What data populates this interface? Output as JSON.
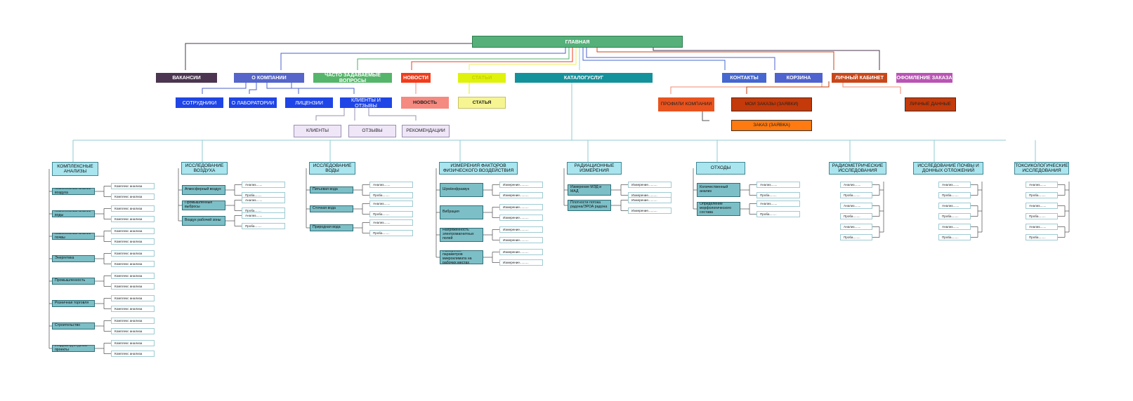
{
  "main": {
    "title": "ГЛАВНАЯ"
  },
  "nav": {
    "vakansii": "ВАКАНСИИ",
    "o_kompanii": "О КОМПАНИИ",
    "faq": "ЧАСТО ЗАДАВАЕМЫЕ ВОПРОСЫ",
    "novosti": "НОВОСТИ",
    "stati": "СТАТЬИ",
    "catalog": "КАТАЛОГУСЛУГ",
    "kontakty": "КОНТАКТЫ",
    "korzina": "КОРЗИНА",
    "lichnyi_kabinet": "ЛИЧНЫЙ КАБИНЕТ",
    "oformlenie": "ОФОМЛЕНИЕ ЗАКАЗА"
  },
  "about": {
    "sotrudniki": "СОТРУДНИКИ",
    "o_laboratorii": "О ЛАБОРАТОРИИ",
    "licenzii": "ЛИЦЕНЗИИ",
    "klienty_otzyvy": "КЛИЕНТЫ И ОТЗЫВЫ",
    "klienty": "КЛИЕНТЫ",
    "otzyvy": "ОТЗЫВЫ",
    "rekomendacii": "РЕКОМЕНДАЦИИ"
  },
  "news": {
    "novost": "НОВОСТЬ"
  },
  "articles": {
    "statya": "СТАТЬЯ"
  },
  "cabinet": {
    "profili": "ПРОФИЛИ КОМПАНИИ",
    "moi_zakazy": "МОИ ЗАКАЗЫ (ЗАЯВКИ)",
    "zakaz": "ЗАКАЗ (ЗАЯВКА)",
    "lichnye": "ЛИЧНЫЕ ДАННЫЕ"
  },
  "colors": {
    "main": "#56b07a",
    "vakansii": "#4b3550",
    "o_kompanii": "#5565c9",
    "faq": "#55b56a",
    "novosti": "#f03d1c",
    "stati": "#dff20a",
    "catalog": "#14929c",
    "kontakty": "#4567cf",
    "korzina": "#4f63cf",
    "lichnyi": "#c8471a",
    "oformlenie": "#b954b4",
    "about_sub": "#1f45e6",
    "novost": "#f58a80",
    "statya": "#f6f592",
    "profili": "#e8531e",
    "moi_zakazy": "#c43a0a",
    "zakaz": "#ff7a10",
    "connector": "#8fcbd3"
  },
  "catalog_columns": [
    {
      "title": "КОМПЛЕКСНЫЕ АНАЛИЗЫ",
      "items": [
        {
          "label": "Комплексный анализ воздуха",
          "leaves": [
            "Комплекс анализа",
            "Комплекс анализа"
          ]
        },
        {
          "label": "Комплексный анализ воды",
          "leaves": [
            "Комплекс анализа",
            "Комплекс анализа"
          ]
        },
        {
          "label": "Комплексный анализ почвы",
          "leaves": [
            "Комплекс анализа",
            "Комплекс анализа"
          ]
        },
        {
          "label": "Энергетика",
          "leaves": [
            "Комплекс анализа",
            "Комплекс анализа"
          ]
        },
        {
          "label": "Промышленность",
          "leaves": [
            "Комплекс анализа",
            "Комплекс анализа"
          ]
        },
        {
          "label": "Розничная торговля",
          "leaves": [
            "Комплекс анализа",
            "Комплекс анализа"
          ]
        },
        {
          "label": "Строительство",
          "leaves": [
            "Комплекс анализа",
            "Комплекс анализа"
          ]
        },
        {
          "label": "Инфраструктурные проекты",
          "leaves": [
            "Комплекс анализа",
            "Комплекс анализа"
          ]
        }
      ]
    },
    {
      "title": "ИССЛЕДОВАНИЕ ВОЗДУХА",
      "items": [
        {
          "label": "Атмосферный воздух",
          "leaves": [
            "Анализ.......",
            "Проба........"
          ]
        },
        {
          "label": "Промышленные выбросы",
          "leaves": [
            "Анализ.......",
            "Проба........"
          ]
        },
        {
          "label": "Воздух рабочей зоны",
          "leaves": [
            "Анализ.......",
            "Проба........"
          ]
        }
      ]
    },
    {
      "title": "ИССЛЕДОВАНИЕ ВОДЫ",
      "items": [
        {
          "label": "Питьевая вода",
          "leaves": [
            "Анализ.......",
            "Проба........"
          ]
        },
        {
          "label": "Сточная вода",
          "leaves": [
            "Анализ.......",
            "Проба........"
          ]
        },
        {
          "label": "Природная вода",
          "leaves": [
            "Анализ.......",
            "Проба........"
          ]
        }
      ]
    },
    {
      "title": "ИЗМЕРЕНИЯ ФАКТОРОВ ФИЗИЧЕСКОГО ВОЗДЕЙСТВИЯ",
      "items": [
        {
          "label": "Шум/инфразвук",
          "leaves": [
            "Измерение..........",
            "Измерение.........."
          ]
        },
        {
          "label": "Вибрация",
          "leaves": [
            "Измерение..........",
            "Измерение.........."
          ]
        },
        {
          "label": "Напряжённость электромагнитных полей",
          "leaves": [
            "Измерение..........",
            "Измерение.........."
          ]
        },
        {
          "label": "Измерение параметров микроклимата на рабочих местах",
          "leaves": [
            "Измерение..........",
            "Измерение.........."
          ]
        }
      ]
    },
    {
      "title": "РАДИАЦИОННЫЕ ИЗМЕРЕНИЯ",
      "items": [
        {
          "label": "Измерение МЭД и МАД",
          "leaves": [
            "Измерение..........",
            "Измерение.........."
          ]
        },
        {
          "label": "Плотности потока радона/ЭРОА радона",
          "leaves": [
            "Измерение..........",
            "Измерение.........."
          ]
        }
      ]
    },
    {
      "title": "ОТХОДЫ",
      "items": [
        {
          "label": "Количественный анализ",
          "leaves": [
            "Анализ.......",
            "Проба........"
          ]
        },
        {
          "label": "Определение морфологического состава",
          "leaves": [
            "Анализ.......",
            "Проба........"
          ]
        }
      ]
    },
    {
      "title": "РАДИОМЕТРИЧЕСКИЕ ИССЛЕДОВАНИЯ",
      "items": [
        {
          "label": "",
          "leaves": [
            "Анализ.......",
            "Проба........"
          ]
        },
        {
          "label": "",
          "leaves": [
            "Анализ.......",
            "Проба........"
          ]
        },
        {
          "label": "",
          "leaves": [
            "Анализ.......",
            "Проба........"
          ]
        }
      ]
    },
    {
      "title": "ИССЛЕДОВАНИЕ ПОЧВЫ И ДОННЫХ ОТЛОЖЕНИЙ",
      "items": [
        {
          "label": "",
          "leaves": [
            "Анализ.......",
            "Проба........"
          ]
        },
        {
          "label": "",
          "leaves": [
            "Анализ.......",
            "Проба........"
          ]
        },
        {
          "label": "",
          "leaves": [
            "Анализ.......",
            "Проба........"
          ]
        }
      ]
    },
    {
      "title": "ТОКСИКОЛОГИЧЕСКИЕ ИССЛЕДОВАНИЯ",
      "items": [
        {
          "label": "",
          "leaves": [
            "Анализ.......",
            "Проба........"
          ]
        },
        {
          "label": "",
          "leaves": [
            "Анализ.......",
            "Проба........"
          ]
        },
        {
          "label": "",
          "leaves": [
            "Анализ.......",
            "Проба........"
          ]
        }
      ]
    }
  ]
}
